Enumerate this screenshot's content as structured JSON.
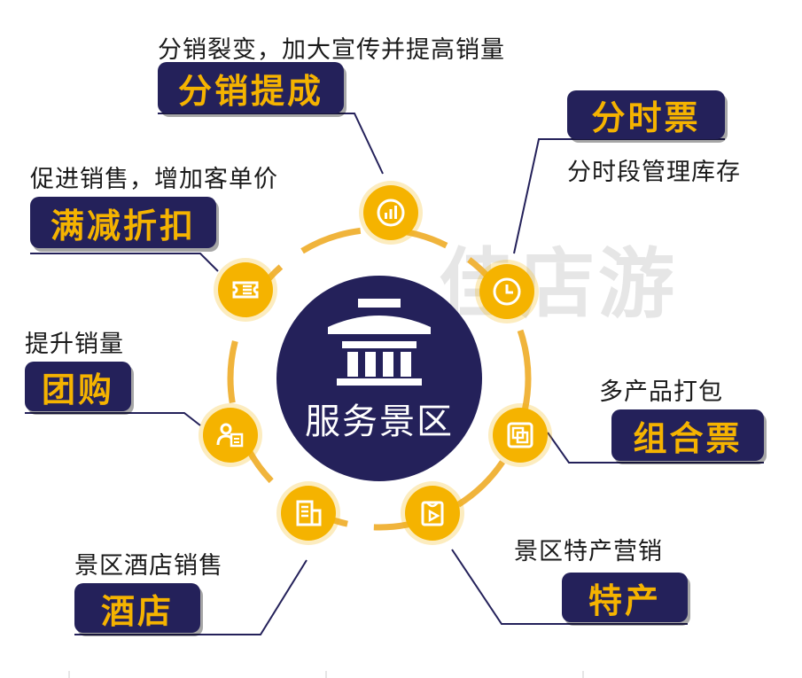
{
  "center": {
    "label": "服务景区"
  },
  "watermark": {
    "text": "佳店游"
  },
  "items": [
    {
      "name": "distribution",
      "desc": "分销裂变，加大宣传并提高销量",
      "badge": "分销提成",
      "icon": "bar-chart-icon"
    },
    {
      "name": "timed-ticket",
      "desc": "分时段管理库存",
      "badge": "分时票",
      "icon": "clock-icon"
    },
    {
      "name": "discount",
      "desc": "促进销售，增加客单价",
      "badge": "满减折扣",
      "icon": "coupon-icon"
    },
    {
      "name": "group-buy",
      "desc": "提升销量",
      "badge": "团购",
      "icon": "group-user-icon"
    },
    {
      "name": "combo-ticket",
      "desc": "多产品打包",
      "badge": "组合票",
      "icon": "combo-icon"
    },
    {
      "name": "hotel",
      "desc": "景区酒店销售",
      "badge": "酒店",
      "icon": "building-icon"
    },
    {
      "name": "specialty",
      "desc": "景区特产营销",
      "badge": "特产",
      "icon": "play-bag-icon"
    }
  ],
  "colors": {
    "navy": "#24215a",
    "gold": "#f5b300",
    "connector": "#24215a",
    "ring": "#f0b43c"
  }
}
